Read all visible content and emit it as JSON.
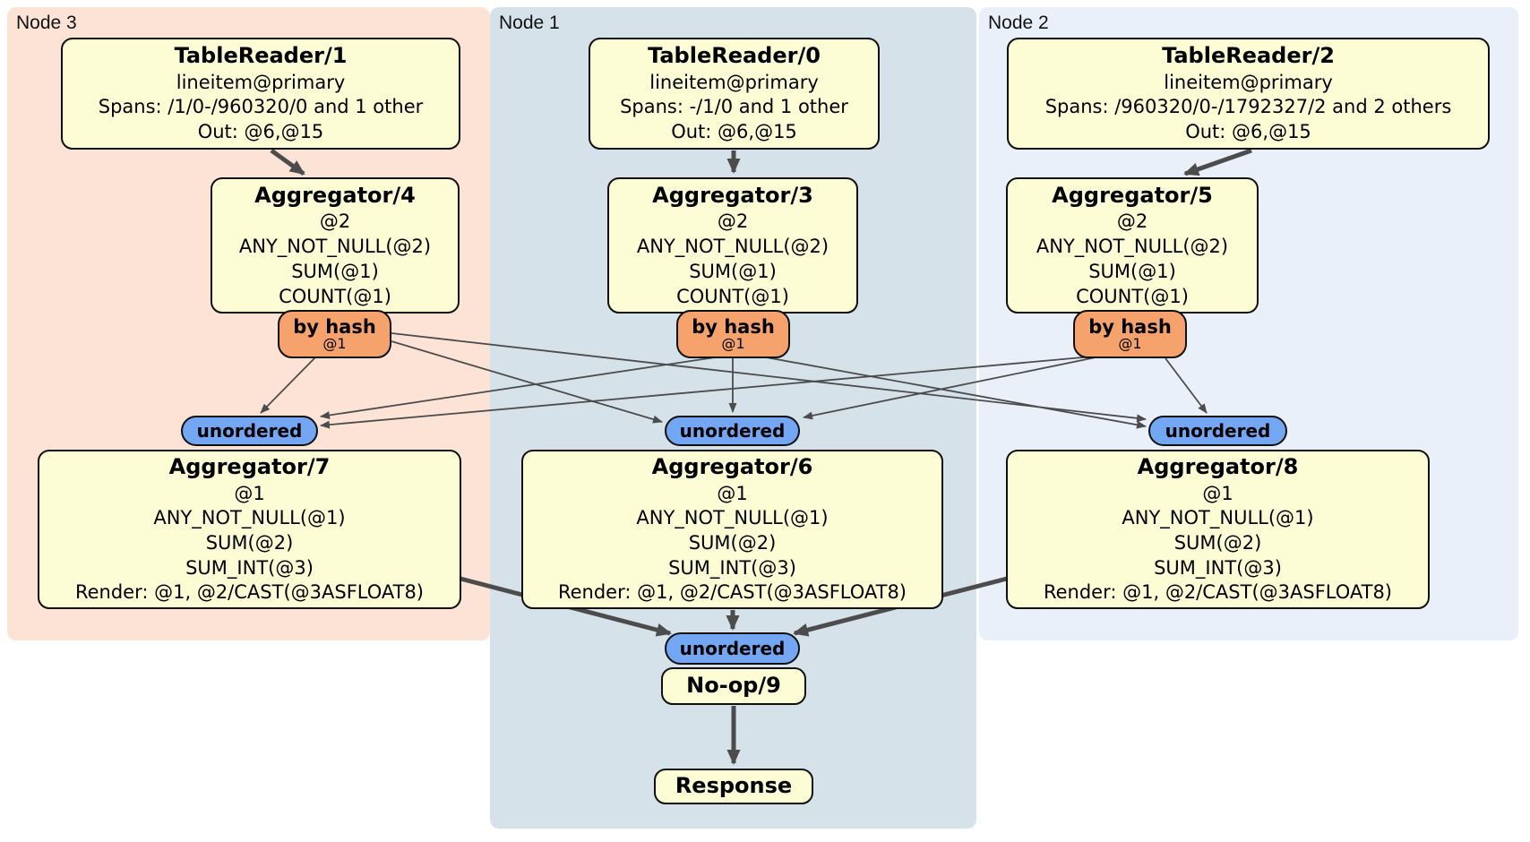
{
  "colors": {
    "node3_bg": "#fce3d6",
    "node1_bg": "#d5e2ea",
    "node2_bg": "#eaf0fa",
    "processor_box_bg": "#fcfcd5",
    "router_pill_bg": "#f6a26c",
    "sync_pill_bg": "#73a7f3",
    "edge_color": "#4c4c4c",
    "border_color": "#101010"
  },
  "groups": [
    {
      "label": "Node 3"
    },
    {
      "label": "Node 1"
    },
    {
      "label": "Node 2"
    }
  ],
  "boxes": {
    "tr1": {
      "title": "TableReader/1",
      "lines": [
        "lineitem@primary",
        "Spans: /1/0-/960320/0 and 1 other",
        "Out: @6,@15"
      ]
    },
    "tr0": {
      "title": "TableReader/0",
      "lines": [
        "lineitem@primary",
        "Spans: -/1/0 and 1 other",
        "Out: @6,@15"
      ]
    },
    "tr2": {
      "title": "TableReader/2",
      "lines": [
        "lineitem@primary",
        "Spans: /960320/0-/1792327/2 and 2 others",
        "Out: @6,@15"
      ]
    },
    "agg4": {
      "title": "Aggregator/4",
      "lines": [
        "@2",
        "ANY_NOT_NULL(@2)",
        "SUM(@1)",
        "COUNT(@1)"
      ]
    },
    "agg3": {
      "title": "Aggregator/3",
      "lines": [
        "@2",
        "ANY_NOT_NULL(@2)",
        "SUM(@1)",
        "COUNT(@1)"
      ]
    },
    "agg5": {
      "title": "Aggregator/5",
      "lines": [
        "@2",
        "ANY_NOT_NULL(@2)",
        "SUM(@1)",
        "COUNT(@1)"
      ]
    },
    "agg7": {
      "title": "Aggregator/7",
      "lines": [
        "@1",
        "ANY_NOT_NULL(@1)",
        "SUM(@2)",
        "SUM_INT(@3)",
        "Render: @1, @2/CAST(@3ASFLOAT8)"
      ]
    },
    "agg6": {
      "title": "Aggregator/6",
      "lines": [
        "@1",
        "ANY_NOT_NULL(@1)",
        "SUM(@2)",
        "SUM_INT(@3)",
        "Render: @1, @2/CAST(@3ASFLOAT8)"
      ]
    },
    "agg8": {
      "title": "Aggregator/8",
      "lines": [
        "@1",
        "ANY_NOT_NULL(@1)",
        "SUM(@2)",
        "SUM_INT(@3)",
        "Render: @1, @2/CAST(@3ASFLOAT8)"
      ]
    },
    "noop": {
      "title": "No-op/9"
    },
    "response": {
      "title": "Response"
    }
  },
  "routers": {
    "by_hash_label": "by hash",
    "by_hash_detail": "@1",
    "unordered_label": "unordered"
  },
  "edges": [
    {
      "from": "TableReader/1",
      "to": "Aggregator/4",
      "style": "thick"
    },
    {
      "from": "TableReader/0",
      "to": "Aggregator/3",
      "style": "thick"
    },
    {
      "from": "TableReader/2",
      "to": "Aggregator/5",
      "style": "thick"
    },
    {
      "from": "by hash @1 (Node 3)",
      "to": "unordered (Node 3)",
      "style": "thin"
    },
    {
      "from": "by hash @1 (Node 3)",
      "to": "unordered (Node 1)",
      "style": "thin"
    },
    {
      "from": "by hash @1 (Node 3)",
      "to": "unordered (Node 2)",
      "style": "thin"
    },
    {
      "from": "by hash @1 (Node 1)",
      "to": "unordered (Node 3)",
      "style": "thin"
    },
    {
      "from": "by hash @1 (Node 1)",
      "to": "unordered (Node 1)",
      "style": "thin"
    },
    {
      "from": "by hash @1 (Node 1)",
      "to": "unordered (Node 2)",
      "style": "thin"
    },
    {
      "from": "by hash @1 (Node 2)",
      "to": "unordered (Node 3)",
      "style": "thin"
    },
    {
      "from": "by hash @1 (Node 2)",
      "to": "unordered (Node 1)",
      "style": "thin"
    },
    {
      "from": "by hash @1 (Node 2)",
      "to": "unordered (Node 2)",
      "style": "thin"
    },
    {
      "from": "Aggregator/7",
      "to": "unordered (final)",
      "style": "thick"
    },
    {
      "from": "Aggregator/6",
      "to": "unordered (final)",
      "style": "thick"
    },
    {
      "from": "Aggregator/8",
      "to": "unordered (final)",
      "style": "thick"
    },
    {
      "from": "No-op/9",
      "to": "Response",
      "style": "thick"
    }
  ]
}
